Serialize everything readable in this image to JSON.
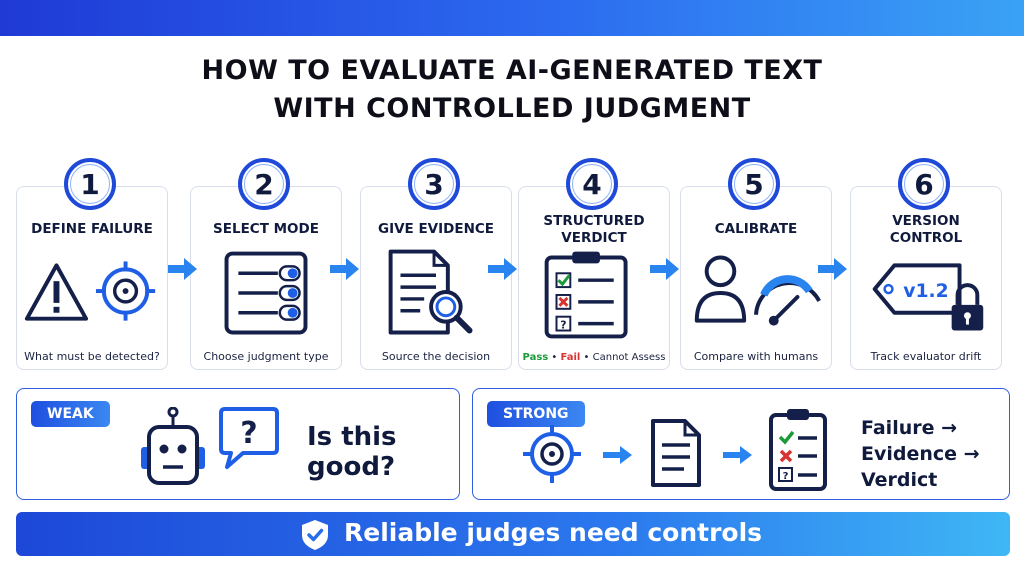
{
  "title": {
    "line1": "HOW TO EVALUATE AI-GENERATED TEXT",
    "line2": "WITH CONTROLLED JUDGMENT"
  },
  "steps": [
    {
      "num": "1",
      "label": "DEFINE FAILURE",
      "caption": "What must be detected?",
      "icon": "warning-target-icon"
    },
    {
      "num": "2",
      "label": "SELECT MODE",
      "caption": "Choose judgment type",
      "icon": "toggle-list-icon"
    },
    {
      "num": "3",
      "label": "GIVE EVIDENCE",
      "caption": "Source the decision",
      "icon": "document-magnifier-icon"
    },
    {
      "num": "4",
      "label_line1": "STRUCTURED",
      "label_line2": "VERDICT",
      "caption_pass": "Pass",
      "caption_fail": "Fail",
      "caption_cannot": "Cannot Assess",
      "icon": "checklist-clipboard-icon"
    },
    {
      "num": "5",
      "label": "CALIBRATE",
      "caption": "Compare with humans",
      "icon": "person-gauge-icon"
    },
    {
      "num": "6",
      "label_line1": "VERSION",
      "label_line2": "CONTROL",
      "caption": "Track evaluator drift",
      "icon": "version-tag-lock-icon",
      "version": "v1.2"
    }
  ],
  "weak": {
    "badge": "WEAK",
    "question": "Is this good?",
    "icons": [
      "robot-icon",
      "question-bubble-icon"
    ]
  },
  "strong": {
    "badge": "STRONG",
    "flow": [
      "Failure →",
      "Evidence →",
      "Verdict"
    ],
    "icons": [
      "target-icon",
      "document-icon",
      "checklist-icon"
    ]
  },
  "footer": {
    "text": "Reliable judges need controls",
    "icon": "shield-check-icon"
  },
  "colors": {
    "accent": "#1f49d8",
    "navy": "#14204a",
    "pass": "#1c9a3a",
    "fail": "#d83232",
    "arrow": "#2a84f0"
  }
}
